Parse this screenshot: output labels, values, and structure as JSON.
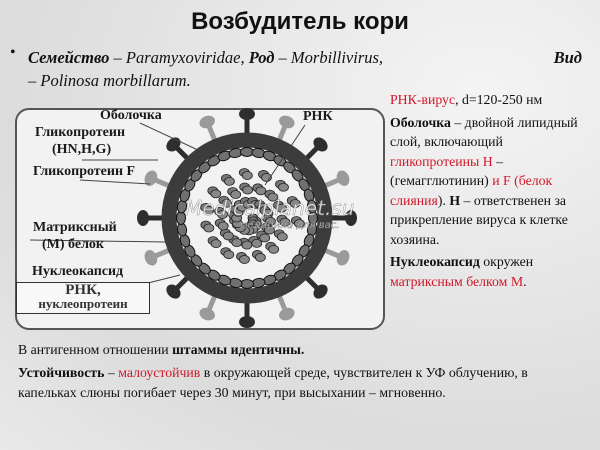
{
  "title": "Возбудитель кори",
  "taxonomy": {
    "family_label": "Семейство",
    "family_value": "– Paramyxoviridae,",
    "genus_label": "Род",
    "genus_value": "– Morbillivirus,",
    "species_label": "Вид",
    "species_value": "– Polinosa morbillarum."
  },
  "diagram": {
    "labels": {
      "envelope": "Оболочка",
      "glyco1": "Гликопротеин",
      "glyco1_sub": "(HN,H,G)",
      "glycoF": "Гликопротеин F",
      "matrix1": "Матриксный",
      "matrix2": "(М) белок",
      "nucleocapsid": "Нуклеокапсид",
      "rna": "РНК",
      "box_line1": "РНК,",
      "box_line2": "нуклеопротеин"
    },
    "watermark": [
      "Medicalplanet.su",
      "медицина для вас."
    ],
    "colors": {
      "dark_spike": "#2e2e2e",
      "light_spike": "#9a9a9a",
      "envelope": "#3c3c3c",
      "capsomer": "#707070"
    }
  },
  "right_panel": {
    "line1_red": "РНК-вирус",
    "line1_rest": ", d=120-250 нм",
    "p2_bold": "Оболочка",
    "p2_text1": " – двойной липидный слой, включающий ",
    "p2_red1": "гликопротеины H",
    "p2_text2": " – (гемагглютинин) ",
    "p2_red2": "и F (белок слияния",
    "p2_text3": "). ",
    "p2_bold2": "H",
    "p2_text4": " – ответственен за прикрепление вируса к клетке хозяина.",
    "p3_bold": "Нуклеокапсид",
    "p3_text": " окружен ",
    "p3_red": "матриксным белком М",
    "p3_end": "."
  },
  "bottom": {
    "p1_text": "В антигенном отношении ",
    "p1_bold": "штаммы идентичны.",
    "p2_bold": "Устойчивость",
    "p2_text1": " – ",
    "p2_red": "малоустойчив",
    "p2_text2": " в окружающей среде, чувствителен к УФ облучению, в капельках слюны погибает через 30 минут, при высыхании – мгновенно."
  }
}
